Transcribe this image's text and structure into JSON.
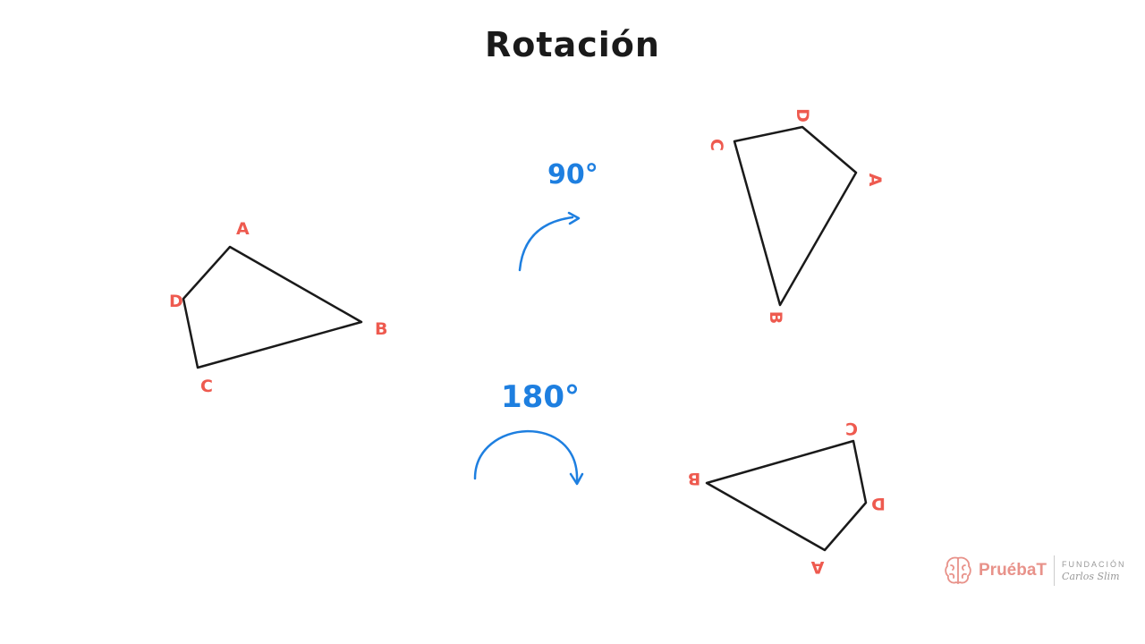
{
  "title": "Rotación",
  "colors": {
    "vertex_label": "#ee5a4f",
    "arrow": "#1e7fe0",
    "outline": "#1a1a1a",
    "logo": "#e8928a"
  },
  "figures": {
    "original": {
      "labels": [
        "A",
        "B",
        "C",
        "D"
      ]
    },
    "rotated_90": {
      "angle_label": "90°",
      "labels": [
        "A",
        "B",
        "C",
        "D"
      ]
    },
    "rotated_180": {
      "angle_label": "180°",
      "labels": [
        "A",
        "B",
        "C",
        "D"
      ]
    }
  },
  "logo": {
    "name": "PruébaT",
    "foundation_top": "FUNDACIÓN",
    "foundation_bottom": "Carlos Slim",
    "icon": "brain-icon"
  }
}
